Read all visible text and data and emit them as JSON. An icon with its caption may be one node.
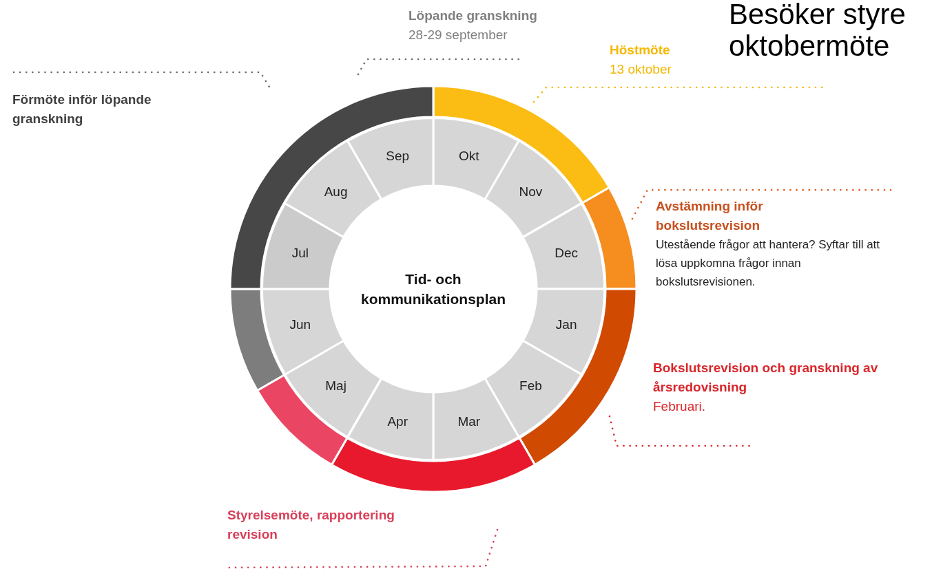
{
  "diagram": {
    "nodes": [
      {
        "text": [
          "Tid- och kommunikationsplan"
        ]
      },
      {
        "text": [
          "Okt"
        ]
      },
      {
        "text": [
          "Nov"
        ]
      },
      {
        "text": [
          "Dec"
        ]
      },
      {
        "text": [
          "Jan"
        ]
      },
      {
        "text": [
          "Feb"
        ]
      },
      {
        "text": [
          "Mar"
        ]
      },
      {
        "text": [
          "Apr"
        ]
      },
      {
        "text": [
          "Maj"
        ]
      },
      {
        "text": [
          "Jun"
        ]
      },
      {
        "text": [
          "Jul"
        ]
      },
      {
        "text": [
          "Aug"
        ]
      },
      {
        "text": [
          "Sep"
        ]
      }
    ],
    "labels": [
      "Löpande granskning",
      "28-29 september",
      "Höstmöte",
      "13 oktober",
      "Besöker styre",
      "oktobermöte",
      "Förmöte inför löpande granskning",
      "Avstämning inför bokslutsrevision",
      "Utestående frågor att hantera? Syftar till att lösa uppkomna frågor innan bokslutsrevisionen.",
      "Bokslutsrevision och granskning av årsredovisning",
      "Februari.",
      "Styrelsemöte, rapportering revision"
    ]
  }
}
